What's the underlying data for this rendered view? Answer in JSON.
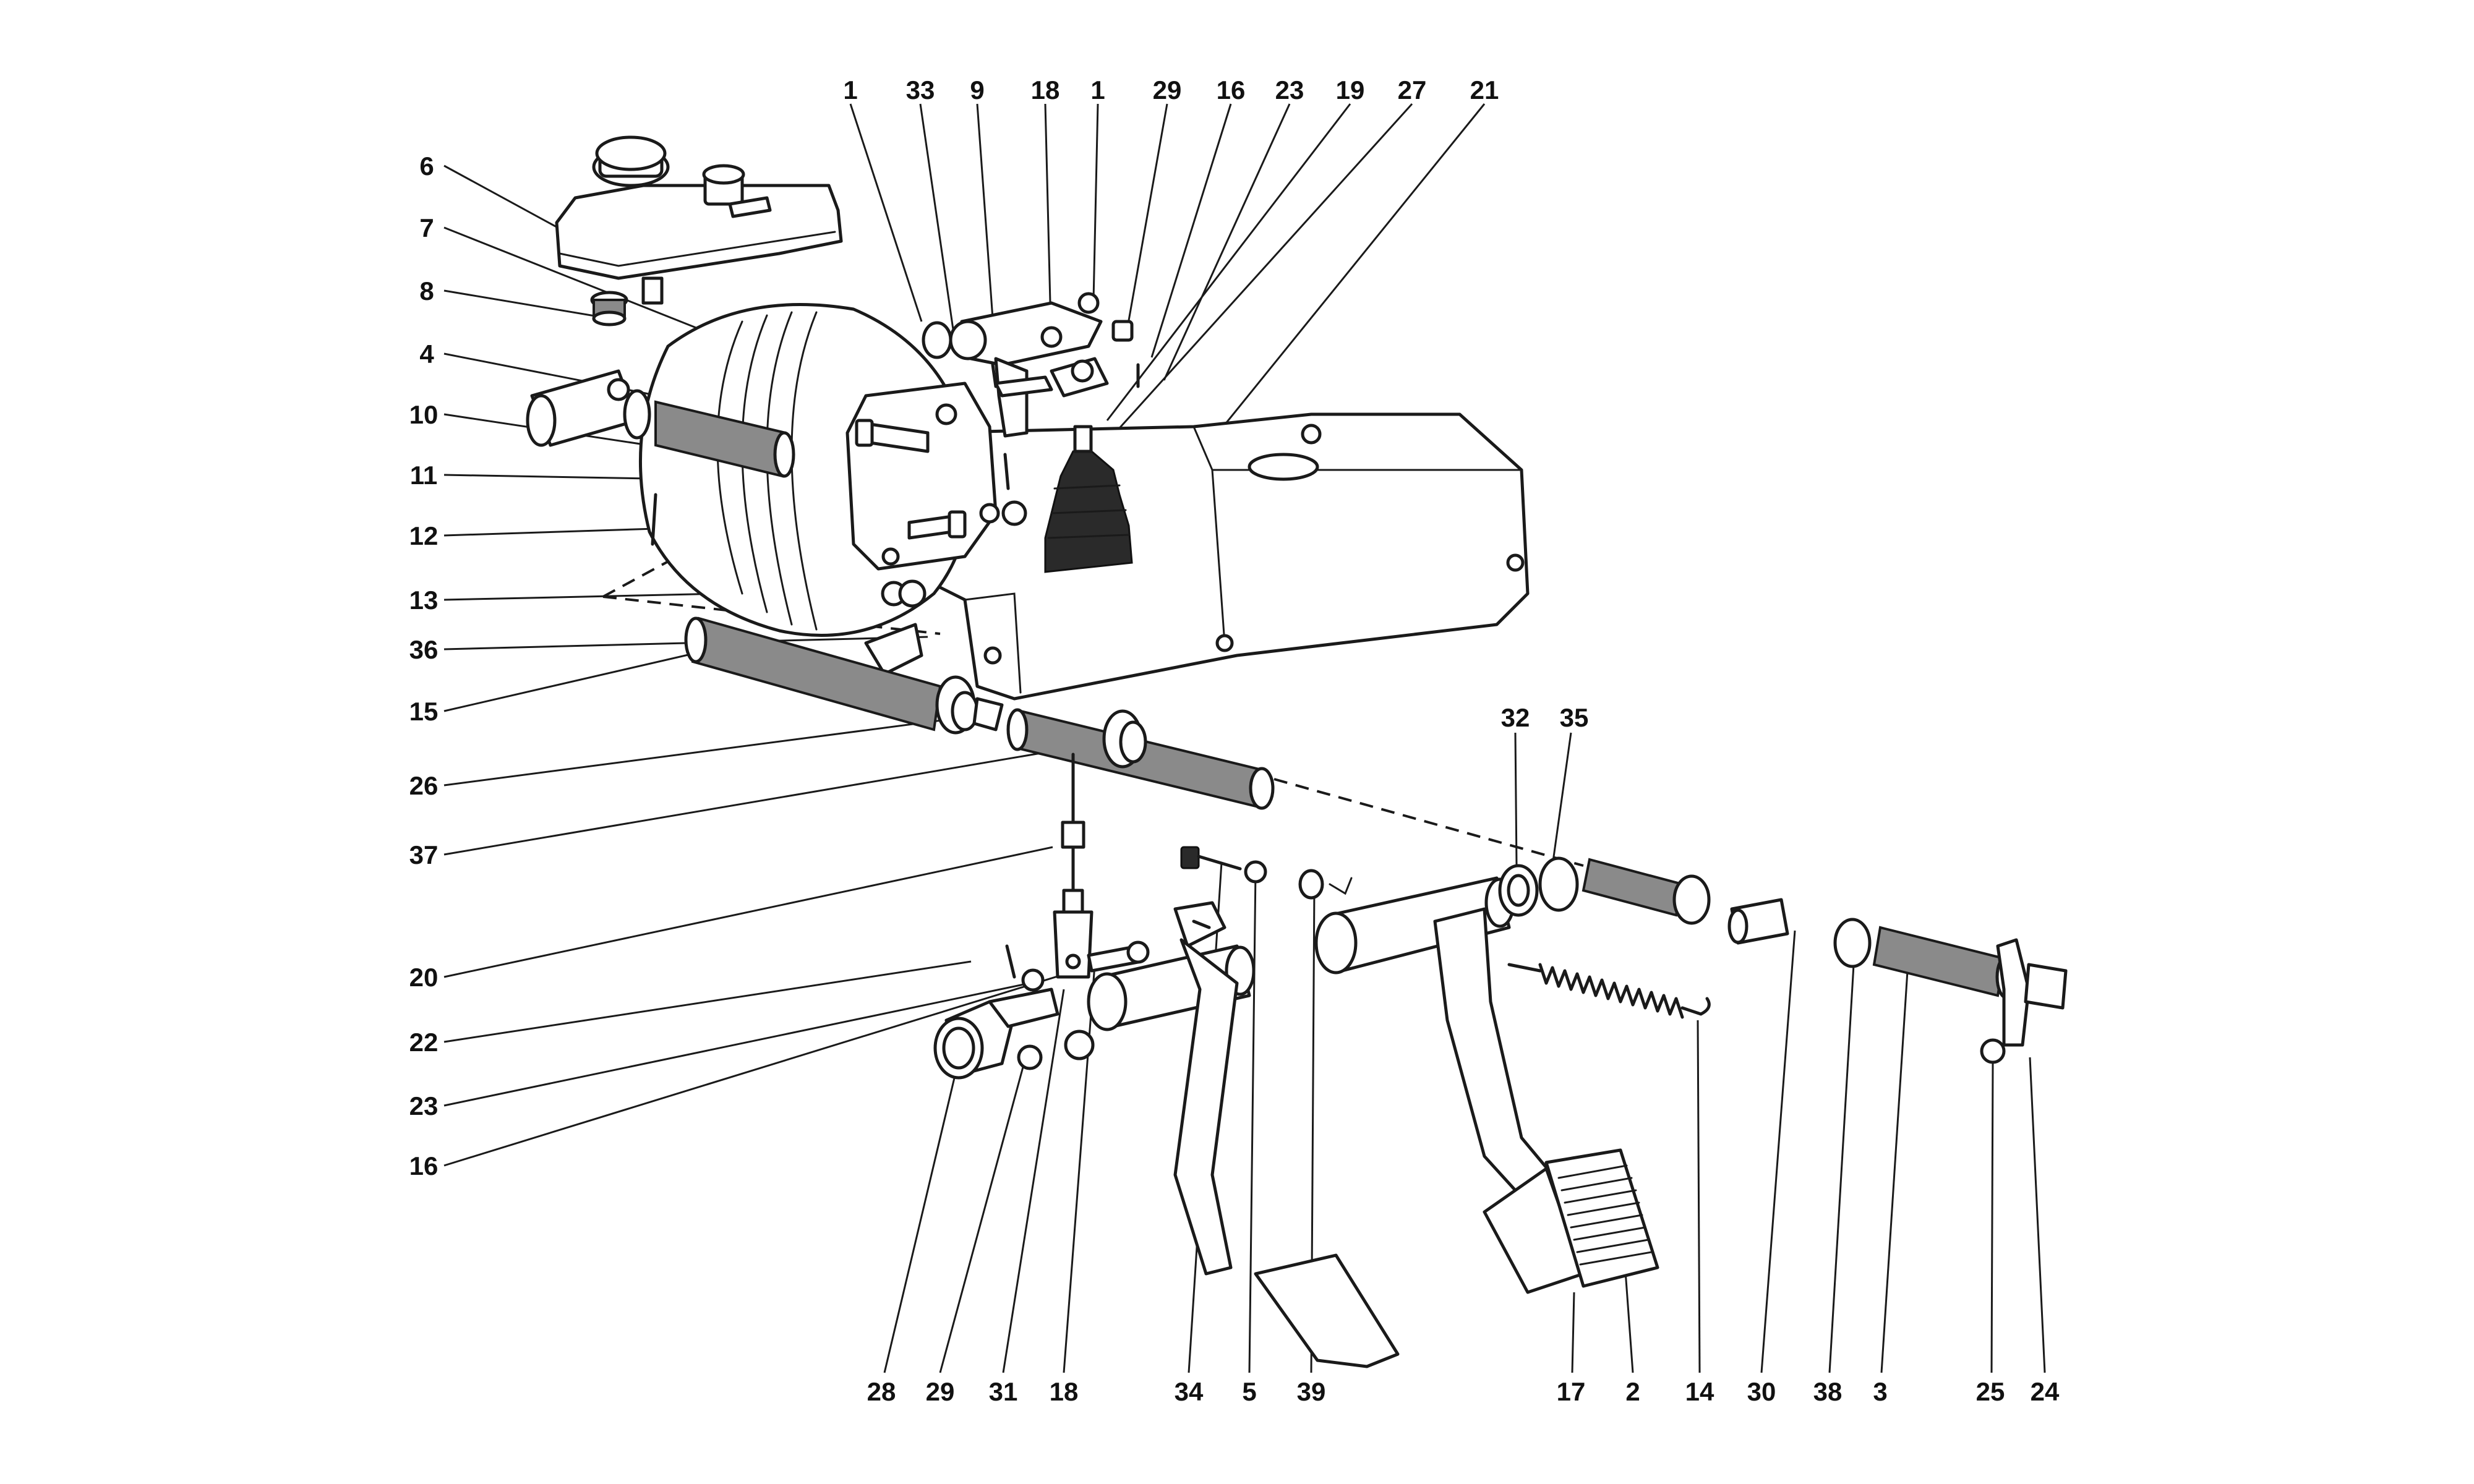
{
  "labels": [
    {
      "key": "l_1a",
      "text": "1"
    },
    {
      "key": "l_33a",
      "text": "33"
    },
    {
      "key": "l_9",
      "text": "9"
    },
    {
      "key": "l_18a",
      "text": "18"
    },
    {
      "key": "l_1b",
      "text": "1"
    },
    {
      "key": "l_29a",
      "text": "29"
    },
    {
      "key": "l_16a",
      "text": "16"
    },
    {
      "key": "l_23a",
      "text": "23"
    },
    {
      "key": "l_19",
      "text": "19"
    },
    {
      "key": "l_27",
      "text": "27"
    },
    {
      "key": "l_21",
      "text": "21"
    },
    {
      "key": "l_6",
      "text": "6"
    },
    {
      "key": "l_7",
      "text": "7"
    },
    {
      "key": "l_8",
      "text": "8"
    },
    {
      "key": "l_4",
      "text": "4"
    },
    {
      "key": "l_10",
      "text": "10"
    },
    {
      "key": "l_11",
      "text": "11"
    },
    {
      "key": "l_12",
      "text": "12"
    },
    {
      "key": "l_13",
      "text": "13"
    },
    {
      "key": "l_36",
      "text": "36"
    },
    {
      "key": "l_15",
      "text": "15"
    },
    {
      "key": "l_26",
      "text": "26"
    },
    {
      "key": "l_37",
      "text": "37"
    },
    {
      "key": "l_20",
      "text": "20"
    },
    {
      "key": "l_22",
      "text": "22"
    },
    {
      "key": "l_23b",
      "text": "23"
    },
    {
      "key": "l_16b",
      "text": "16"
    },
    {
      "key": "l_32",
      "text": "32"
    },
    {
      "key": "l_35",
      "text": "35"
    },
    {
      "key": "l_28",
      "text": "28"
    },
    {
      "key": "l_29b",
      "text": "29"
    },
    {
      "key": "l_31",
      "text": "31"
    },
    {
      "key": "l_18b",
      "text": "18"
    },
    {
      "key": "l_34",
      "text": "34"
    },
    {
      "key": "l_5",
      "text": "5"
    },
    {
      "key": "l_39",
      "text": "39"
    },
    {
      "key": "l_17",
      "text": "17"
    },
    {
      "key": "l_2",
      "text": "2"
    },
    {
      "key": "l_14",
      "text": "14"
    },
    {
      "key": "l_30",
      "text": "30"
    },
    {
      "key": "l_38",
      "text": "38"
    },
    {
      "key": "l_3",
      "text": "3"
    },
    {
      "key": "l_25",
      "text": "25"
    },
    {
      "key": "l_24",
      "text": "24"
    }
  ]
}
